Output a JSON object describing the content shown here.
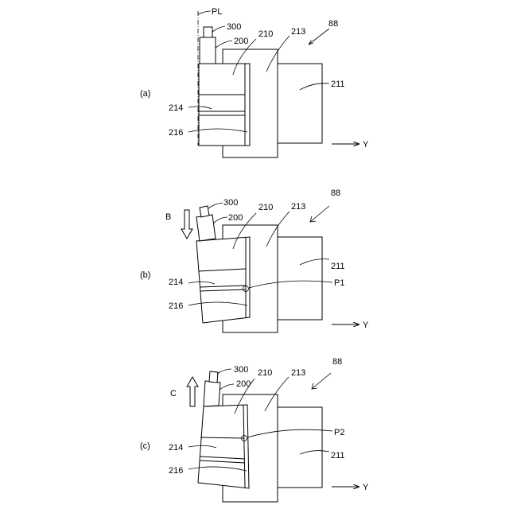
{
  "panel_a": {
    "panel_label": "(a)",
    "plane_label": "PL",
    "group_label": "88",
    "label_300": "300",
    "label_200": "200",
    "label_210": "210",
    "label_213": "213",
    "label_211": "211",
    "label_214": "214",
    "label_216": "216",
    "axis_label": "Y"
  },
  "panel_b": {
    "panel_label": "(b)",
    "arrow_label": "B",
    "group_label": "88",
    "label_300": "300",
    "label_200": "200",
    "label_210": "210",
    "label_213": "213",
    "label_211": "211",
    "label_214": "214",
    "label_216": "216",
    "point_label": "P1",
    "axis_label": "Y"
  },
  "panel_c": {
    "panel_label": "(c)",
    "arrow_label": "C",
    "group_label": "88",
    "label_300": "300",
    "label_200": "200",
    "label_210": "210",
    "label_213": "213",
    "label_211": "211",
    "label_214": "214",
    "label_216": "216",
    "point_label": "P2",
    "axis_label": "Y"
  }
}
